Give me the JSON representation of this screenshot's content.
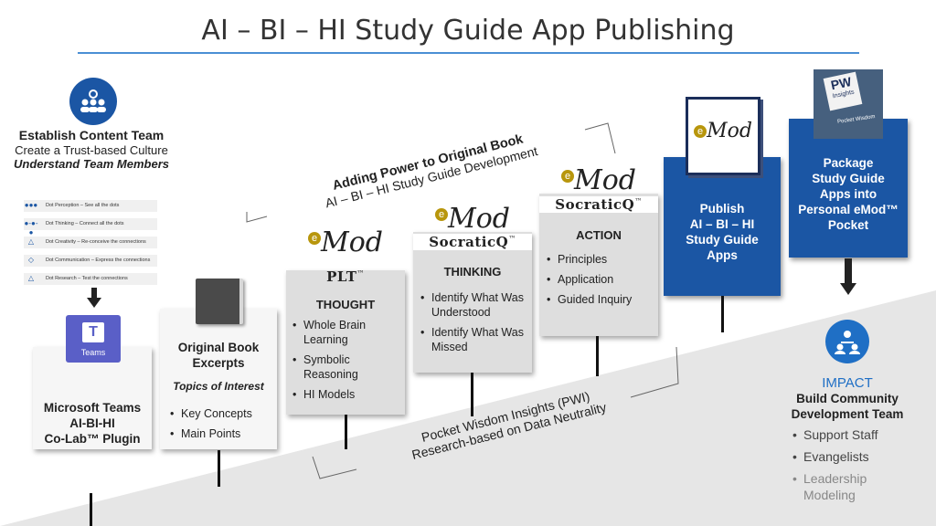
{
  "title": "AI – BI – HI Study Guide App Publishing",
  "establish": {
    "title": "Establish Content Team",
    "line2": "Create a Trust-based Culture",
    "line3": "Understand Team Members"
  },
  "dots_rows": [
    {
      "icon": "●●●",
      "label": "Dot Perception – See all the dots"
    },
    {
      "icon": "●-●-●",
      "label": "Dot Thinking – Connect all the dots"
    },
    {
      "icon": "△",
      "label": "Dot Creativity – Re-conceive the connections"
    },
    {
      "icon": "◇",
      "label": "Dot Communication – Express the connections"
    },
    {
      "icon": "△",
      "label": "Dot Research – Test the connections"
    }
  ],
  "teams_card": {
    "icon_label": "Teams",
    "line1": "Microsoft Teams",
    "line2": "AI-BI-HI",
    "line3": "Co-Lab™ Plugin"
  },
  "book_card": {
    "title_line1": "Original Book",
    "title_line2": "Excerpts",
    "subtitle": "Topics of Interest",
    "bullets": [
      "Key Concepts",
      "Main Points"
    ]
  },
  "plt_card": {
    "logo": "Mod",
    "brand": "PLT",
    "heading": "THOUGHT",
    "bullets": [
      "Whole Brain Learning",
      "Symbolic Reasoning",
      "HI Models"
    ]
  },
  "thinking_card": {
    "logo": "Mod",
    "brand": "SocraticQ",
    "heading": "THINKING",
    "bullets": [
      "Identify What Was Understood",
      "Identify What Was Missed"
    ]
  },
  "action_card": {
    "logo": "Mod",
    "brand": "SocraticQ",
    "heading": "ACTION",
    "bullets": [
      "Principles",
      "Application",
      "Guided Inquiry"
    ]
  },
  "publish_card": {
    "logo": "Mod",
    "lines": [
      "Publish",
      "AI – BI – HI",
      "Study Guide",
      "Apps"
    ]
  },
  "package_card": {
    "thumb_text": "PW",
    "thumb_sub": "Insights",
    "thumb_foot": "Pocket Wisdom",
    "lines": [
      "Package",
      "Study Guide",
      "Apps into",
      "Personal eMod™",
      "Pocket"
    ]
  },
  "adding_power": {
    "line1": "Adding Power to Original Book",
    "line2": "AI – BI – HI Study Guide Development"
  },
  "pwi": {
    "line1": "Pocket Wisdom Insights (PWI)",
    "line2": "Research-based on Data Neutrality"
  },
  "impact": {
    "heading": "IMPACT",
    "line1": "Build Community",
    "line2": "Development Team",
    "bullets": [
      "Support Staff",
      "Evangelists",
      "Leadership Modeling"
    ]
  },
  "colors": {
    "brand_blue": "#1b56a4",
    "accent_blue": "#4a8fd4",
    "impact_blue": "#1f6fc5"
  }
}
